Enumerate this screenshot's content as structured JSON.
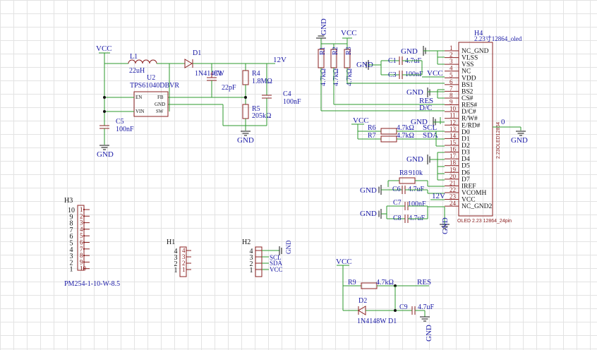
{
  "net": {
    "vcc": "VCC",
    "gnd": "GND",
    "v12": "12V",
    "scl": "SCL",
    "sda": "SDA",
    "res": "RES",
    "dc": "D/C",
    "zero": "0"
  },
  "power_circuit": {
    "L1": {
      "ref": "L1",
      "value": "22uH"
    },
    "D1": {
      "ref": "D1",
      "value": "1N4148W"
    },
    "C1b": {
      "ref": "C1",
      "value": "22pF"
    },
    "U2": {
      "ref": "U2",
      "value": "TPS61040DBVR",
      "pins_left": [
        "EN",
        "VIN"
      ],
      "pins_right": [
        "FB",
        "GND",
        "SW"
      ]
    },
    "R4": {
      "ref": "R4",
      "value": "1.8MΩ"
    },
    "R5": {
      "ref": "R5",
      "value": "205kΩ"
    },
    "C4": {
      "ref": "C4",
      "value": "100nF"
    },
    "C5": {
      "ref": "C5",
      "value": "100nF"
    }
  },
  "oled": {
    "ref": "H4",
    "value": "2.23寸12864_oled",
    "footprint": "OLED 2.23 12864_24pin",
    "side_label": "2.23OLED12864",
    "pin_numbers": [
      "1",
      "2",
      "3",
      "4",
      "5",
      "6",
      "7",
      "8",
      "9",
      "10",
      "11",
      "12",
      "13",
      "14",
      "15",
      "16",
      "17",
      "18",
      "19",
      "20",
      "21",
      "22",
      "23",
      "24"
    ],
    "pin_names": [
      "NC_GND",
      "VLSS",
      "VSS",
      "NC",
      "VDD",
      "BS1",
      "BS2",
      "CS#",
      "RES#",
      "D/C#",
      "R/W#",
      "E/RD#",
      "D0",
      "D1",
      "D2",
      "D3",
      "D4",
      "D5",
      "D6",
      "D7",
      "IREF",
      "VCOMH",
      "VCC",
      "NC_GND2"
    ]
  },
  "passives": {
    "R1": {
      "ref": "R1",
      "value": "4.7kΩ"
    },
    "R2": {
      "ref": "R2",
      "value": "4.7kΩ"
    },
    "R3": {
      "ref": "R3",
      "value": "4.7kΩ"
    },
    "C1": {
      "ref": "C1",
      "value": "4.7uF"
    },
    "C3": {
      "ref": "C3",
      "value": "100nF"
    },
    "R6": {
      "ref": "R6",
      "value": "4.7kΩ"
    },
    "R7": {
      "ref": "R7",
      "value": "4.7kΩ"
    },
    "R8": {
      "ref": "R8",
      "value": "910k"
    },
    "C6": {
      "ref": "C6",
      "value": "4.7uF"
    },
    "C7": {
      "ref": "C7",
      "value": "100nF"
    },
    "C8": {
      "ref": "C8",
      "value": "4.7uF"
    }
  },
  "connectors": {
    "H3": {
      "ref": "H3",
      "value": "PM254-1-10-W-8.5",
      "pins": [
        "10",
        "9",
        "8",
        "7",
        "6",
        "5",
        "4",
        "3",
        "2",
        "1"
      ],
      "right_pins": [
        "1",
        "2",
        "3",
        "4",
        "5",
        "6",
        "7",
        "8",
        "9",
        "10"
      ]
    },
    "H1": {
      "ref": "H1",
      "pins": [
        "4",
        "3",
        "2",
        "1"
      ],
      "right_pins": [
        "4",
        "3",
        "2",
        "1"
      ]
    },
    "H2": {
      "ref": "H2",
      "pins": [
        "4",
        "3",
        "2",
        "1"
      ],
      "nets": [
        "GND",
        "SCL",
        "SDA",
        "VCC"
      ]
    }
  },
  "reset_circuit": {
    "R9": {
      "ref": "R9",
      "value": "4.7kΩ"
    },
    "D2": {
      "ref": "D2",
      "value": "1N4148W D1"
    },
    "C9": {
      "ref": "C9",
      "value": "4.7uF"
    }
  }
}
